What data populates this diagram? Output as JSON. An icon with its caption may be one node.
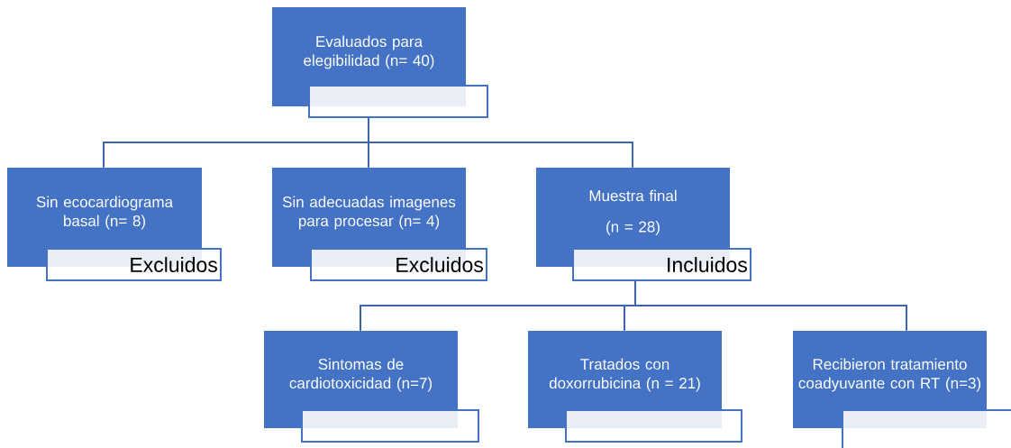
{
  "diagram": {
    "nodes": [
      {
        "text": [
          "Evaluados para elegibilidad (n= 40)"
        ]
      },
      {
        "text": [],
        "shape": "box"
      },
      {
        "text": [
          "Sin ecocardiograma basal (n= 8)"
        ]
      },
      {
        "text": [
          "Excluidos"
        ]
      },
      {
        "text": [
          "Sin adecuadas imagenes para procesar (n= 4)"
        ]
      },
      {
        "text": [
          "Excluidos"
        ]
      },
      {
        "text": [
          "Muestra final",
          "(n = 28)"
        ]
      },
      {
        "text": [
          "Incluidos"
        ]
      },
      {
        "text": [
          "Sintomas de cardiotoxicidad (n=7)"
        ]
      },
      {
        "text": [],
        "shape": "box"
      },
      {
        "text": [
          "Tratados con doxorrubicina (n = 21)"
        ]
      },
      {
        "text": [],
        "shape": "box"
      },
      {
        "text": [
          "Recibieron tratamiento coadyuvante con RT (n=3)"
        ]
      },
      {
        "text": [],
        "shape": "box"
      }
    ],
    "edges": [
      {
        "from": 1,
        "to": 2,
        "arrow": "none"
      },
      {
        "from": 1,
        "to": 4,
        "arrow": "none"
      },
      {
        "from": 1,
        "to": 6,
        "arrow": "none"
      },
      {
        "from": 7,
        "to": 8,
        "arrow": "none"
      },
      {
        "from": 7,
        "to": 10,
        "arrow": "none"
      },
      {
        "from": 7,
        "to": 12,
        "arrow": "none"
      }
    ]
  }
}
